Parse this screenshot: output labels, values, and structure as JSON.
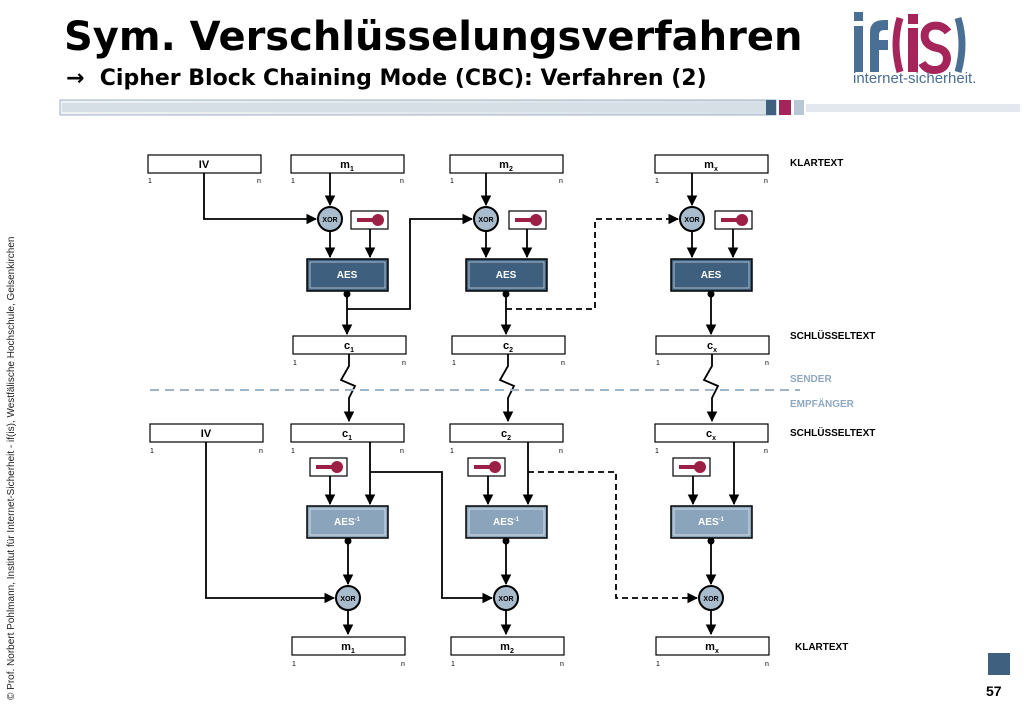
{
  "header": {
    "title": "Sym. Verschlüsselungsverfahren",
    "subtitle": "Cipher Block Chaining Mode (CBC): Verfahren (2)",
    "arrow_icon": "arrow-right-icon"
  },
  "logo": {
    "text": "internet-sicherheit.",
    "mark": "if(is)"
  },
  "side_text": "© Prof.  Norbert Pohlmann, Institut für Internet-Sicherheit - if(is), Westfälische Hochschule, Gelsenkirchen",
  "page_number": "57",
  "colors": {
    "aes_dark": "#3e5f7d",
    "aes_light": "#8aa4bc",
    "xor_fill": "#a8bccd",
    "key_red": "#9c1f45",
    "divider": "#9fb4c6",
    "accent": "#3f607e"
  },
  "diagram": {
    "range_start": "1",
    "range_end": "n",
    "labels": {
      "klartext_top": "KLARTEXT",
      "schluesseltext_top": "SCHLÜSSELTEXT",
      "sender": "SENDER",
      "empfaenger": "EMPFÄNGER",
      "schluesseltext_bottom": "SCHLÜSSELTEXT",
      "klartext_bottom": "KLARTEXT"
    },
    "sender": {
      "iv": "IV",
      "plaintext": [
        {
          "base": "m",
          "sub": "1"
        },
        {
          "base": "m",
          "sub": "2"
        },
        {
          "base": "m",
          "sub": "x"
        }
      ],
      "xor": "XOR",
      "aes": "AES",
      "ciphertext": [
        {
          "base": "c",
          "sub": "1"
        },
        {
          "base": "c",
          "sub": "2"
        },
        {
          "base": "c",
          "sub": "x"
        }
      ]
    },
    "receiver": {
      "iv": "IV",
      "ciphertext": [
        {
          "base": "c",
          "sub": "1"
        },
        {
          "base": "c",
          "sub": "2"
        },
        {
          "base": "c",
          "sub": "x"
        }
      ],
      "aes_inv": {
        "base": "AES",
        "sup": "-1"
      },
      "xor": "XOR",
      "plaintext": [
        {
          "base": "m",
          "sub": "1"
        },
        {
          "base": "m",
          "sub": "2"
        },
        {
          "base": "m",
          "sub": "x"
        }
      ]
    }
  }
}
